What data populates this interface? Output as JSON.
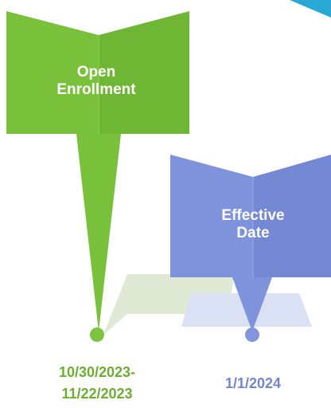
{
  "markers": [
    {
      "title": "Open Enrollment",
      "title_line1": "Open",
      "title_line2": "Enrollment",
      "date_line1": "10/30/2023-",
      "date_line2": "11/22/2023",
      "color": "#79c13b",
      "shadow_color": "#dfe9d3",
      "date_color": "#6cae2f"
    },
    {
      "title": "Effective Date",
      "title_line1": "Effective",
      "title_line2": "Date",
      "date_line1": "1/1/2024",
      "color": "#7f93dc",
      "shadow_color": "#dbe1f4",
      "date_color": "#7486cc"
    }
  ],
  "corner_accent_color": "#2aa8d4"
}
